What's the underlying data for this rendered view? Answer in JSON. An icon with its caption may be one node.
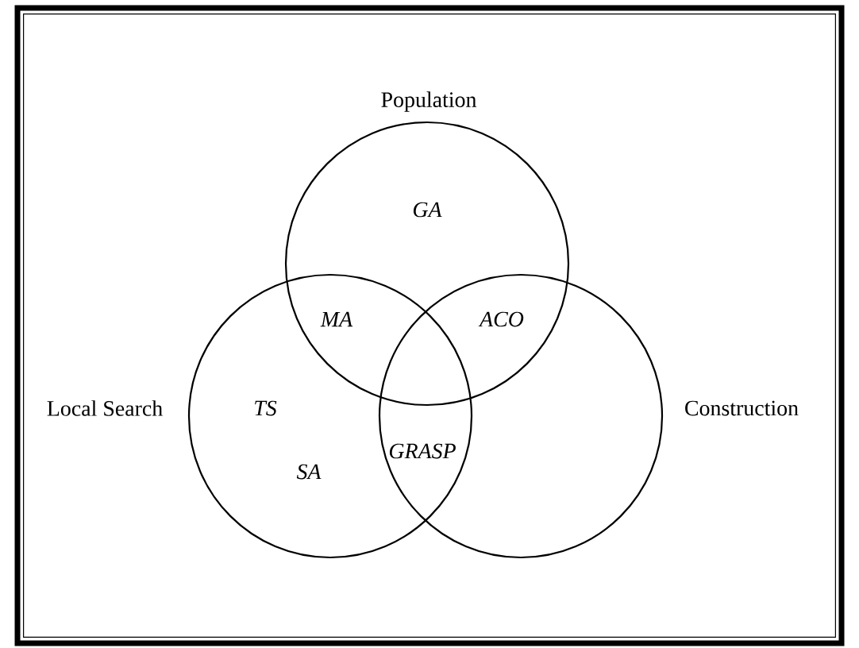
{
  "diagram": {
    "nodes": [
      {
        "text": [
          "Population"
        ]
      },
      {
        "text": [
          "Local Search"
        ]
      },
      {
        "text": [
          "Construction"
        ]
      }
    ],
    "labels": [
      "GA",
      "MA",
      "ACO",
      "TS",
      "GRASP",
      "SA"
    ]
  }
}
